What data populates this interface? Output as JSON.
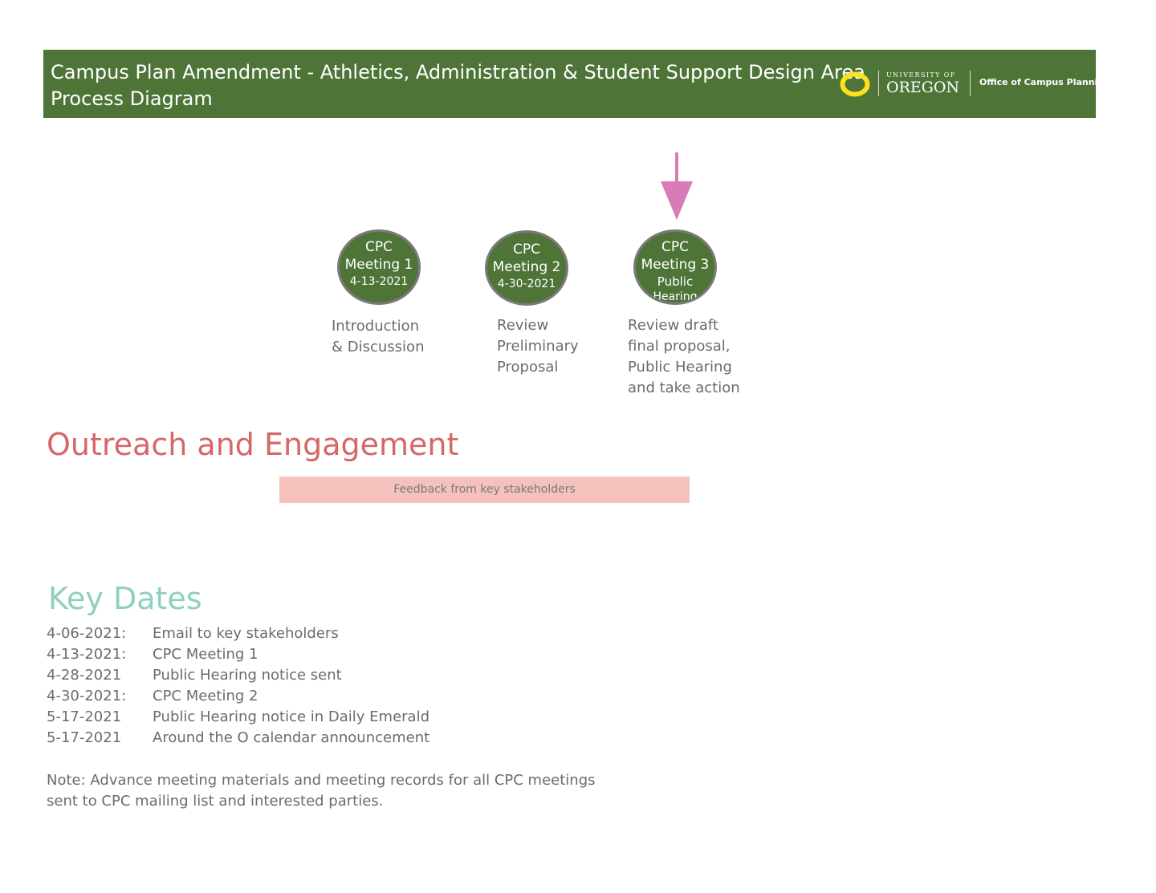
{
  "header": {
    "title_line1": "Campus Plan Amendment - Athletics, Administration & Student Support Design Area",
    "title_line2": "Process Diagram",
    "logo": {
      "mark": "O",
      "university_of": "UNIVERSITY OF",
      "oregon": "OREGON",
      "colors": {
        "mark": "#fee11a",
        "banner": "#4e7438"
      }
    },
    "office": "Office of Campus Planning"
  },
  "arrow": {
    "icon": "down-arrow-icon",
    "color": "#d97bb6"
  },
  "nodes": [
    {
      "line1": "CPC",
      "line2": "Meeting 1",
      "line3": "4-13-2021",
      "line4": "",
      "description": "Introduction\n& Discussion"
    },
    {
      "line1": "CPC",
      "line2": "Meeting 2",
      "line3": "4-30-2021",
      "line4": "",
      "description": "Review\nPreliminary\nProposal"
    },
    {
      "line1": "CPC",
      "line2": "Meeting 3",
      "line3": "Public",
      "line4": "Hearing",
      "description": "Review draft\nfinal proposal,\nPublic Hearing\nand take action"
    }
  ],
  "outreach": {
    "title": "Outreach and Engagement",
    "bar_label": "Feedback from key stakeholders",
    "colors": {
      "title": "#d46868",
      "bar": "#f4c1bc"
    }
  },
  "key_dates": {
    "title": "Key Dates",
    "color": "#8ed0bf",
    "items": [
      {
        "date": "4-06-2021:",
        "event": "Email to key stakeholders"
      },
      {
        "date": "4-13-2021:",
        "event": "CPC Meeting 1"
      },
      {
        "date": "4-28-2021",
        "event": "Public Hearing notice sent"
      },
      {
        "date": "4-30-2021:",
        "event": "CPC Meeting 2"
      },
      {
        "date": "5-17-2021",
        "event": "Public Hearing notice in Daily Emerald"
      },
      {
        "date": "5-17-2021",
        "event": "Around the O calendar announcement"
      }
    ]
  },
  "note": "Note:  Advance meeting materials and meeting records for all CPC meetings\nsent to CPC mailing list and interested parties."
}
